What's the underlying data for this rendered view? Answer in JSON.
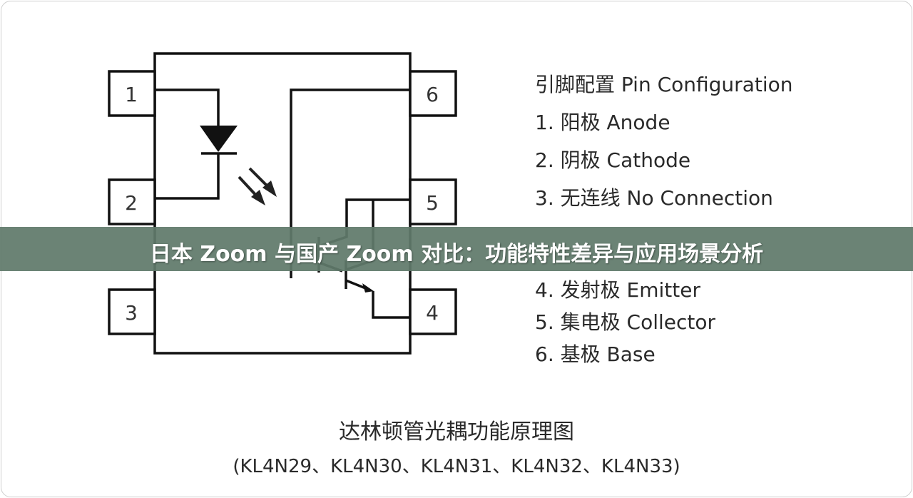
{
  "banner": {
    "title": "日本 Zoom 与国产 Zoom 对比：功能特性差异与应用场景分析"
  },
  "diagram": {
    "pin_numbers": [
      "1",
      "2",
      "3",
      "4",
      "5",
      "6"
    ],
    "legend_title": "引脚配置 Pin Configuration",
    "legend_items": [
      "1. 阳极 Anode",
      "2. 阴极 Cathode",
      "3. 无连线 No Connection",
      "4. 发射极 Emitter",
      "5. 集电极 Collector",
      "6. 基极 Base"
    ],
    "caption": "达林顿管光耦功能原理图",
    "models": "(KL4N29、KL4N30、KL4N31、KL4N32、KL4N33)"
  }
}
